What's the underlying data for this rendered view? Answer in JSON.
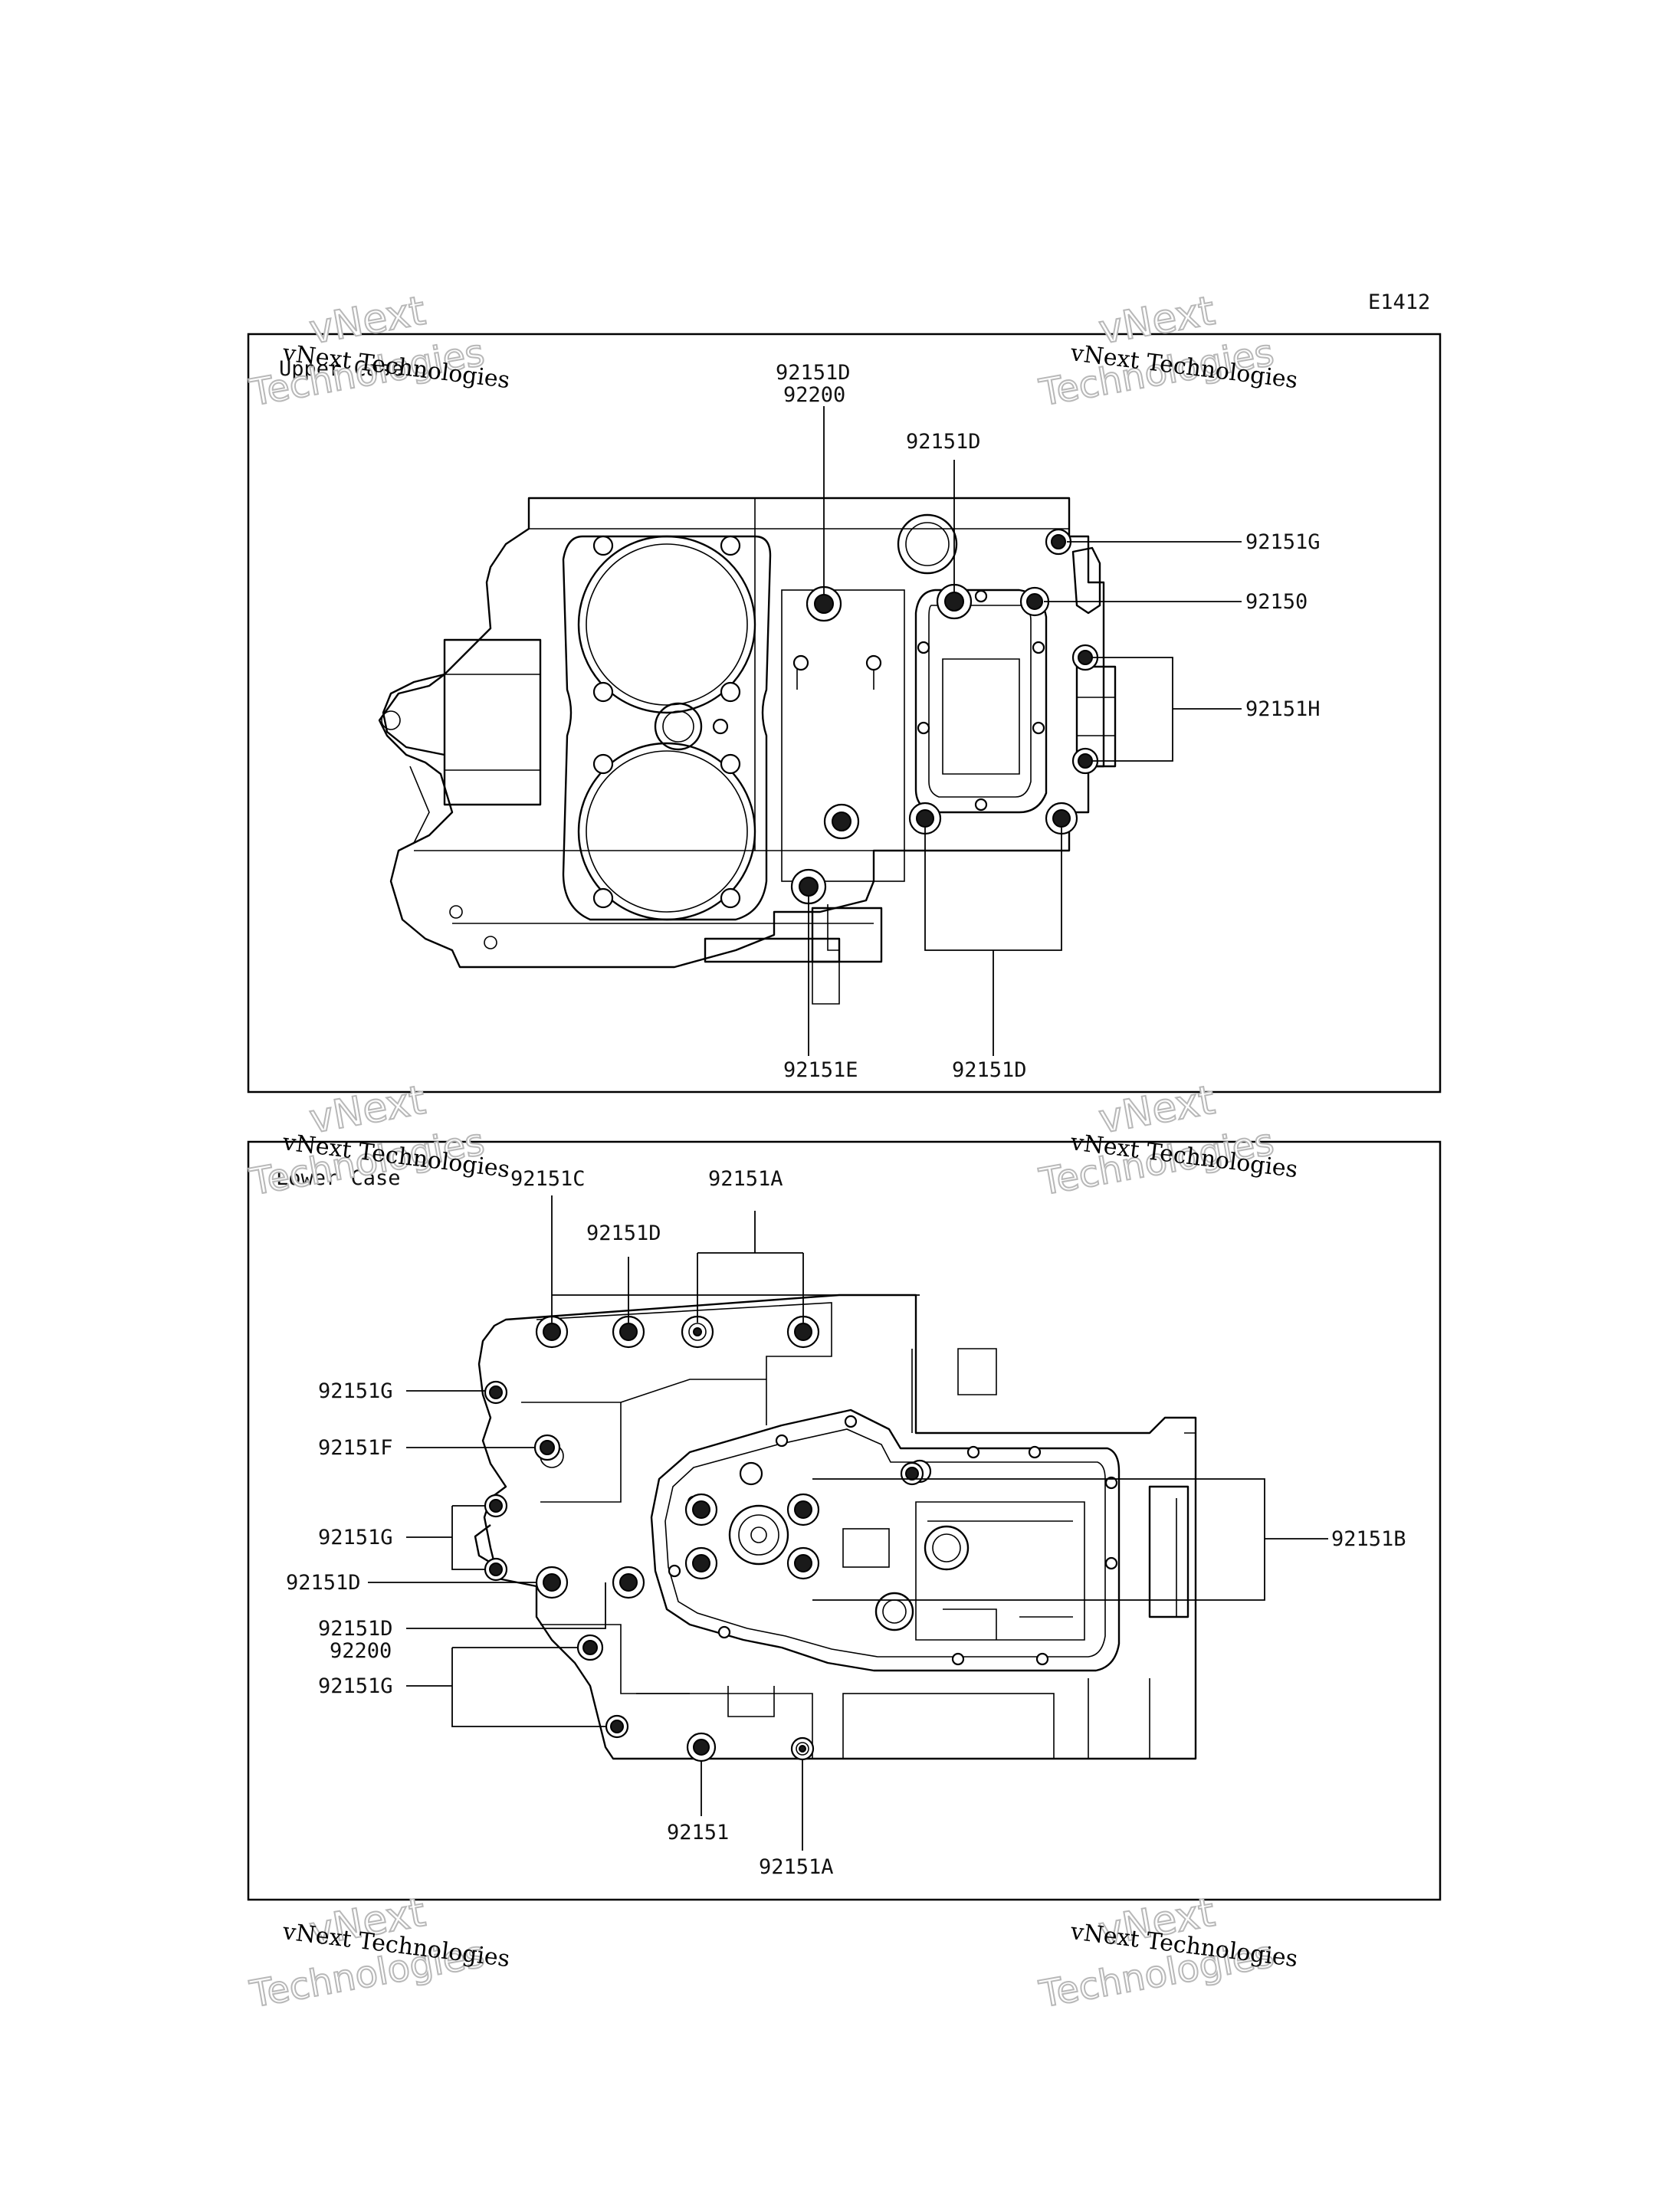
{
  "diagram_code": "E1412",
  "panels": {
    "upper": {
      "title": "Upper Case",
      "callouts": [
        {
          "id": "u-92151d-92200-a",
          "text": "92151D"
        },
        {
          "id": "u-92151d-92200-b",
          "text": "92200"
        },
        {
          "id": "u-92151d-top",
          "text": "92151D"
        },
        {
          "id": "u-92151g",
          "text": "92151G"
        },
        {
          "id": "u-92150",
          "text": "92150"
        },
        {
          "id": "u-92151h",
          "text": "92151H"
        },
        {
          "id": "u-92151e",
          "text": "92151E"
        },
        {
          "id": "u-92151d-bottom",
          "text": "92151D"
        }
      ]
    },
    "lower": {
      "title": "Lower Case",
      "callouts": [
        {
          "id": "l-92151c",
          "text": "92151C"
        },
        {
          "id": "l-92151a-top",
          "text": "92151A"
        },
        {
          "id": "l-92151d-top",
          "text": "92151D"
        },
        {
          "id": "l-92151g-1",
          "text": "92151G"
        },
        {
          "id": "l-92151f",
          "text": "92151F"
        },
        {
          "id": "l-92151g-2",
          "text": "92151G"
        },
        {
          "id": "l-92151b",
          "text": "92151B"
        },
        {
          "id": "l-92151d-left",
          "text": "92151D"
        },
        {
          "id": "l-92151d-92200-a",
          "text": "92151D"
        },
        {
          "id": "l-92151d-92200-b",
          "text": "92200"
        },
        {
          "id": "l-92151g-3",
          "text": "92151G"
        },
        {
          "id": "l-92151",
          "text": "92151"
        },
        {
          "id": "l-92151a-bottom",
          "text": "92151A"
        }
      ]
    }
  },
  "watermark": {
    "line_small": "vNext Technologies",
    "line_big_1": "vNext",
    "line_big_2": "Technologies"
  }
}
